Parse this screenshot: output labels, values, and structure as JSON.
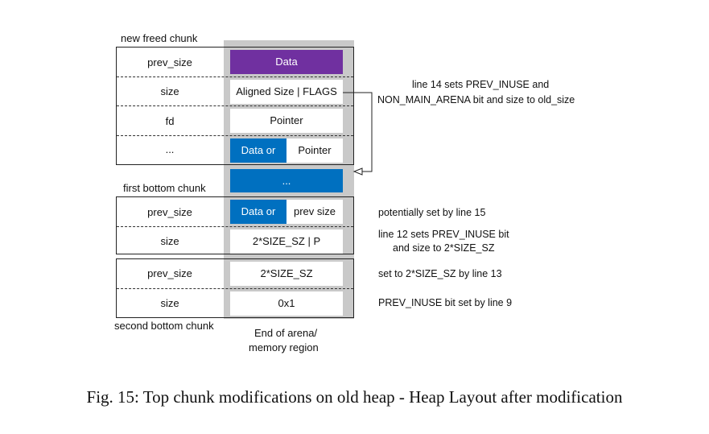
{
  "labels": {
    "new_freed_chunk": "new freed chunk",
    "first_bottom_chunk": "first bottom chunk",
    "second_bottom_chunk": "second bottom chunk",
    "end_line1": "End of arena/",
    "end_line2": "memory region"
  },
  "chunk1": {
    "rows": [
      {
        "name": "prev_size",
        "value": "Data"
      },
      {
        "name": "size",
        "value": "Aligned Size | FLAGS"
      },
      {
        "name": "fd",
        "value": "Pointer"
      },
      {
        "name": "...",
        "value_left": "Data or",
        "value_right": "Pointer"
      }
    ]
  },
  "between": {
    "value": "..."
  },
  "chunk2": {
    "rows": [
      {
        "name": "prev_size",
        "value_left": "Data or",
        "value_right": "prev size"
      },
      {
        "name": "size",
        "value": "2*SIZE_SZ | P"
      }
    ]
  },
  "chunk3": {
    "rows": [
      {
        "name": "prev_size",
        "value": "2*SIZE_SZ"
      },
      {
        "name": "size",
        "value": "0x1"
      }
    ]
  },
  "notes": {
    "line14_a": "line 14 sets PREV_INUSE and",
    "line14_b": "NON_MAIN_ARENA bit and size to old_size",
    "line15": "potentially set by line 15",
    "line12_a": "line 12 sets PREV_INUSE bit",
    "line12_b": "and size to 2*SIZE_SZ",
    "line13": "set to 2*SIZE_SZ by line 13",
    "line9": "PREV_INUSE bit set by line 9"
  },
  "caption": "Fig. 15: Top chunk modifications on old heap - Heap Layout after modification",
  "colors": {
    "purple": "#7030a0",
    "blue": "#0070c0",
    "gray": "#c9c9c9"
  }
}
